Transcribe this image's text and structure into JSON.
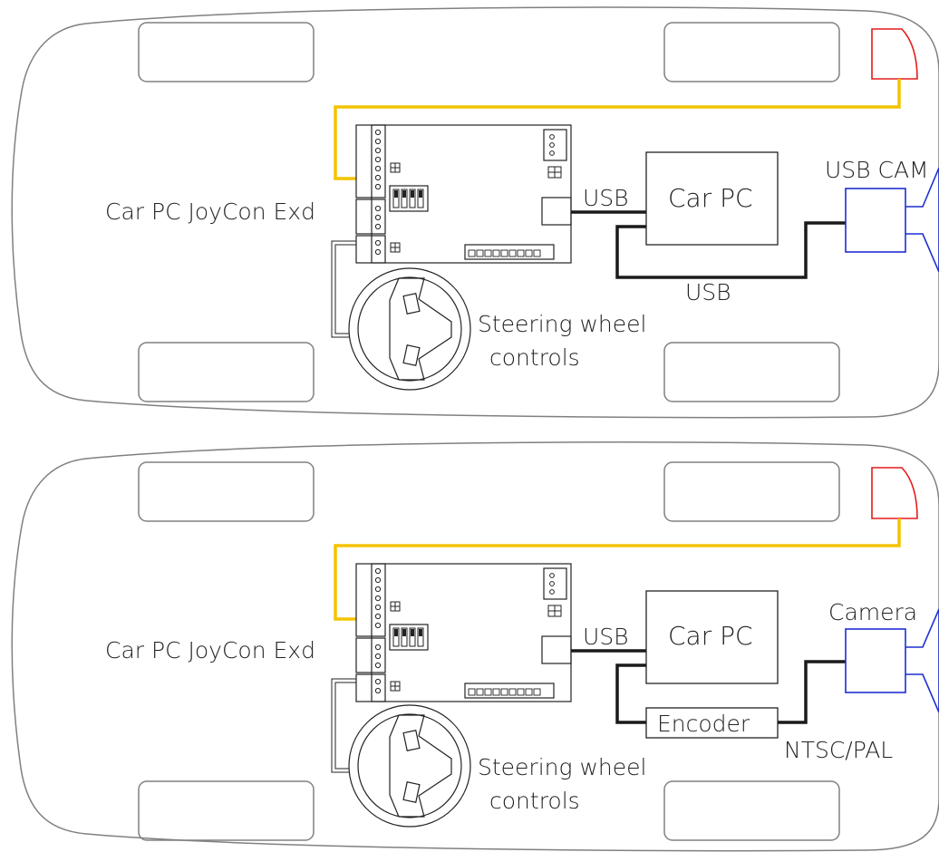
{
  "colors": {
    "outline": "#808080",
    "wire_yellow": "#f3c300",
    "wire_black": "#1a1a1a",
    "red": "#e41b1b",
    "blue": "#1f2fd0",
    "text": "#222222"
  },
  "diagrams": [
    {
      "id": "usb-camera-setup",
      "controller_label": "Car PC JoyCon Exd",
      "usb_label": "USB",
      "pc_label": "Car PC",
      "camera_label": "USB CAM",
      "return_usb_label": "USB",
      "steering_label_line1": "Steering wheel",
      "steering_label_line2": "controls"
    },
    {
      "id": "analog-camera-setup",
      "controller_label": "Car PC JoyCon Exd",
      "usb_label": "USB",
      "pc_label": "Car PC",
      "camera_label": "Camera",
      "encoder_label": "Encoder",
      "video_label": "NTSC/PAL",
      "steering_label_line1": "Steering wheel",
      "steering_label_line2": "controls"
    }
  ]
}
